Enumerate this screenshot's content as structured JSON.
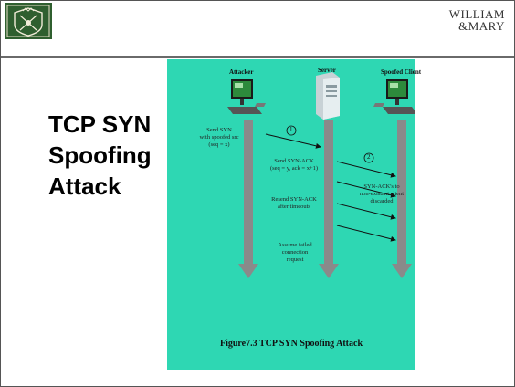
{
  "header": {
    "wm_line1": "WILLIAM",
    "wm_line2": "&MARY"
  },
  "title": {
    "line1": "TCP SYN",
    "line2": "Spoofing",
    "line3": "Attack"
  },
  "figure": {
    "caption": "Figure7.3   TCP SYN Spoofing Attack",
    "attacker_label": "Attacker",
    "server_label": "Server",
    "spoofed_label": "Spoofed Client",
    "step1": "1",
    "step2": "2",
    "note_send_syn": [
      "Send SYN",
      "with spoofed src",
      "(seq = x)"
    ],
    "note_send_synack": [
      "Send SYN-ACK",
      "(seq = y, ack = x+1)"
    ],
    "note_resend": [
      "Resend SYN-ACK",
      "after timeouts"
    ],
    "note_assume": [
      "Assume failed",
      "connection",
      "request"
    ],
    "note_discarded": [
      "SYN-ACK's to",
      "non-existant client",
      "discarded"
    ]
  },
  "colors": {
    "panel_bg": "#2ed7b3",
    "arrow_gray": "#8a8a8a",
    "logo_green": "#2f5f2f"
  }
}
